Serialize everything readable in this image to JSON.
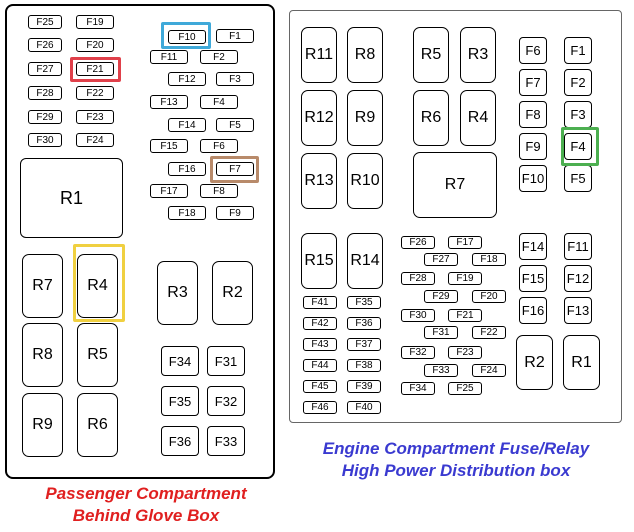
{
  "left_box": {
    "caption_line1": "Passenger Compartment",
    "caption_line2": "Behind Glove Box",
    "fuses": [
      "F25",
      "F19",
      "F26",
      "F20",
      "F27",
      "F21",
      "F28",
      "F22",
      "F29",
      "F23",
      "F30",
      "F24",
      "F10",
      "F1",
      "F11",
      "F2",
      "F12",
      "F3",
      "F13",
      "F4",
      "F14",
      "F5",
      "F15",
      "F6",
      "F16",
      "F7",
      "F17",
      "F8",
      "F18",
      "F9",
      "F34",
      "F31",
      "F35",
      "F32",
      "F36",
      "F33"
    ],
    "relays": [
      "R1",
      "R7",
      "R4",
      "R3",
      "R2",
      "R8",
      "R5",
      "R9",
      "R6"
    ],
    "highlighted": {
      "red": "F21",
      "blue": "F10",
      "brown": "F7",
      "yellow": "R4"
    }
  },
  "right_box": {
    "caption_line1": "Engine Compartment Fuse/Relay",
    "caption_line2": "High Power Distribution box",
    "relays": [
      "R11",
      "R8",
      "R5",
      "R3",
      "R12",
      "R9",
      "R6",
      "R4",
      "R13",
      "R10",
      "R7",
      "R15",
      "R14",
      "R2",
      "R1"
    ],
    "maxi_fuses": [
      "F6",
      "F1",
      "F7",
      "F2",
      "F8",
      "F3",
      "F9",
      "F4",
      "F10",
      "F5",
      "F14",
      "F11",
      "F15",
      "F12",
      "F16",
      "F13"
    ],
    "mini_fuses": [
      "F41",
      "F35",
      "F42",
      "F36",
      "F43",
      "F37",
      "F44",
      "F38",
      "F45",
      "F39",
      "F46",
      "F40",
      "F26",
      "F17",
      "F27",
      "F18",
      "F28",
      "F19",
      "F29",
      "F20",
      "F30",
      "F21",
      "F31",
      "F22",
      "F32",
      "F23",
      "F33",
      "F24",
      "F34",
      "F25"
    ],
    "highlighted": {
      "green": "F4"
    }
  },
  "colors": {
    "red": "#e0404a",
    "blue": "#3fa9d9",
    "brown": "#b88a6a",
    "yellow": "#f0d040",
    "green": "#4caf50",
    "left_caption": "#e02020",
    "right_caption": "#3a3ad0"
  }
}
